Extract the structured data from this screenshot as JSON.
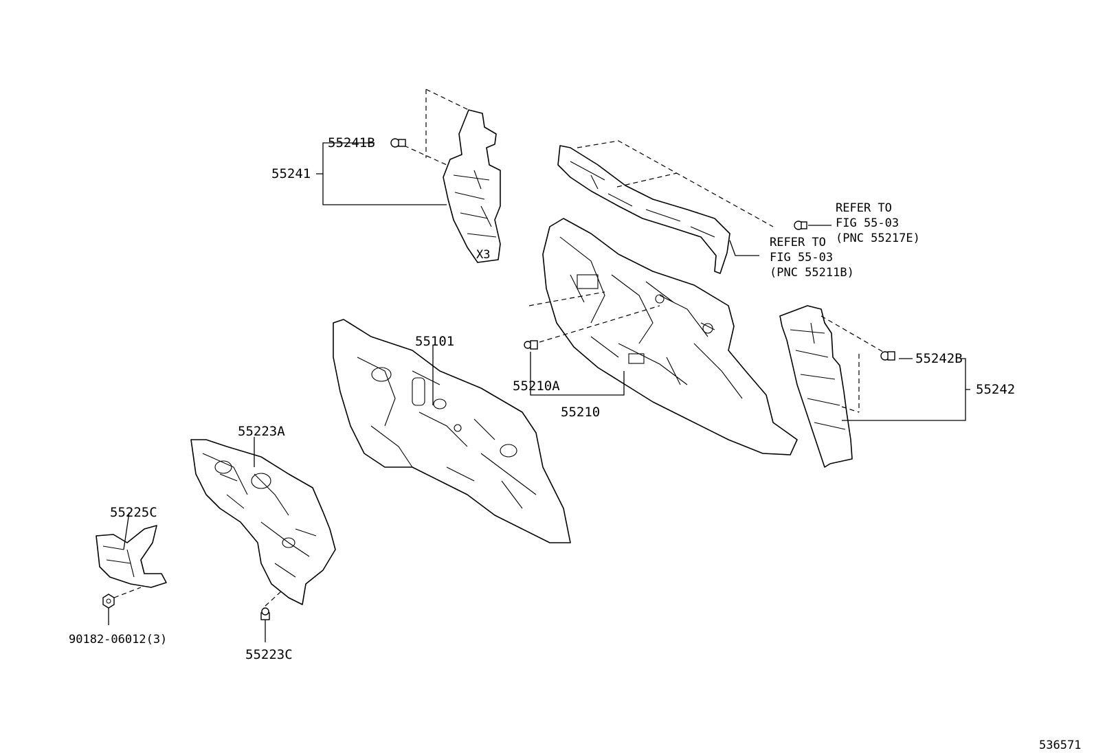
{
  "diagram_id": "536571",
  "labels": {
    "p55241B": "55241B",
    "p55241": "55241",
    "p55101": "55101",
    "p55223A": "55223A",
    "p55225C": "55225C",
    "p90182": "90182-06012(3)",
    "p55223C": "55223C",
    "p55210A": "55210A",
    "p55210": "55210",
    "p55242B": "55242B",
    "p55242": "55242"
  },
  "refer_upper": {
    "line1": "REFER TO",
    "line2": "FIG 55-03",
    "line3": "(PNC 55217E)"
  },
  "refer_lower": {
    "line1": "REFER TO",
    "line2": "FIG 55-03",
    "line3": "(PNC 55211B)"
  }
}
